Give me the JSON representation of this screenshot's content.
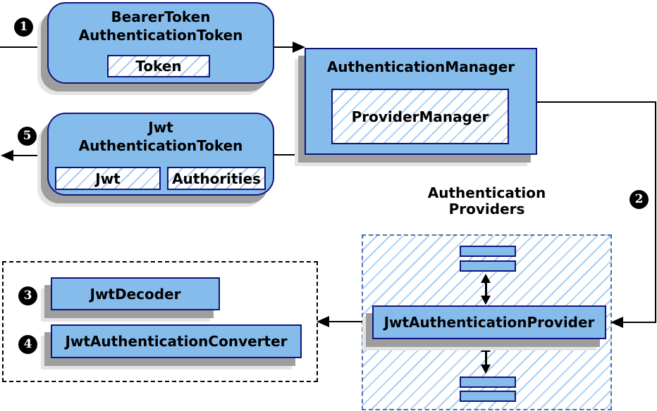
{
  "diagram": {
    "badges": {
      "step1": "1",
      "step2": "2",
      "step3": "3",
      "step4": "4",
      "step5": "5"
    },
    "nodes": {
      "bearer_token": {
        "title_line1": "BearerToken",
        "title_line2": "AuthenticationToken",
        "field": "Token"
      },
      "authentication_manager": {
        "title": "AuthenticationManager",
        "implementation": "ProviderManager"
      },
      "jwt_authentication_token": {
        "title_line1": "Jwt",
        "title_line2": "AuthenticationToken",
        "field1": "Jwt",
        "field2": "Authorities"
      },
      "authentication_providers": {
        "label_line1": "Authentication",
        "label_line2": "Providers",
        "provider": "JwtAuthenticationProvider"
      },
      "decoder_group": {
        "decoder": "JwtDecoder",
        "converter": "JwtAuthenticationConverter"
      }
    },
    "colors": {
      "node_fill": "#85bcec",
      "node_border": "#11147d",
      "hatch_line": "#aacdf2",
      "providers_dashed_border": "#4a72a8",
      "decoder_dashed_border": "#000000",
      "shadow_dark": "#9e9e9e",
      "shadow_light": "#e4e4e4",
      "connector": "#000000",
      "background": "#ffffff"
    }
  }
}
